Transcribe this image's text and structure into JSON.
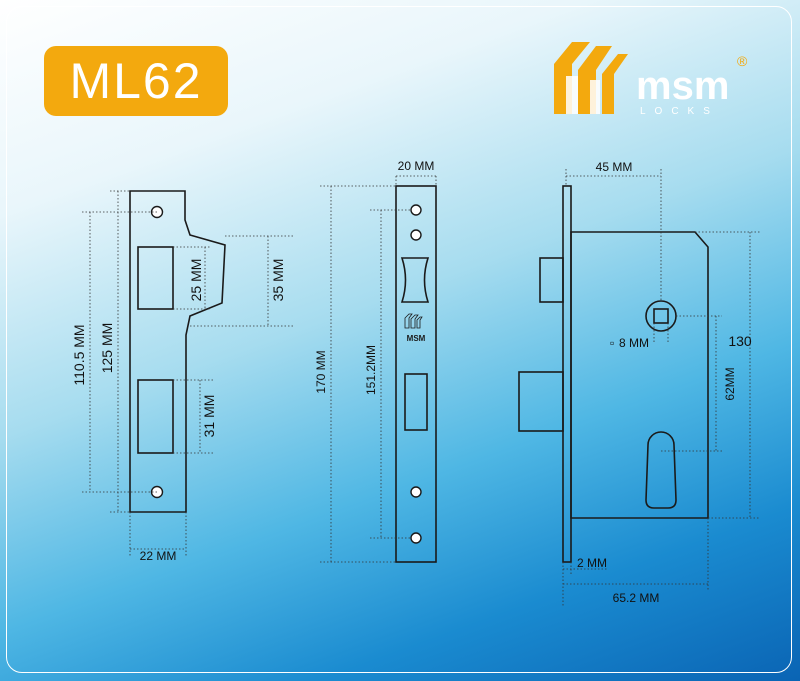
{
  "model": "ML62",
  "brand": {
    "name": "msm",
    "sub": "LOCKS",
    "registered": "®",
    "mini_logo": "MSM"
  },
  "colors": {
    "badge": "#f3a90e",
    "brand_gold": "#f3a90e",
    "line": "#1a1a1a"
  },
  "strike_plate": {
    "width": "22 MM",
    "height_outer": "125 MM",
    "height_inner": "110.5 MM",
    "latch_opening": "25 MM",
    "tongue": "35 MM",
    "bolt_opening": "31 MM"
  },
  "faceplate": {
    "width": "20 MM",
    "length": "170 MM",
    "screw_spacing": "151.2MM"
  },
  "lock_body": {
    "backset": "45 MM",
    "height": "130",
    "spindle": "8 MM",
    "center_distance": "62MM",
    "faceplate_thickness": "2 MM",
    "overall_depth": "65.2 MM",
    "square_icon": "▫"
  }
}
